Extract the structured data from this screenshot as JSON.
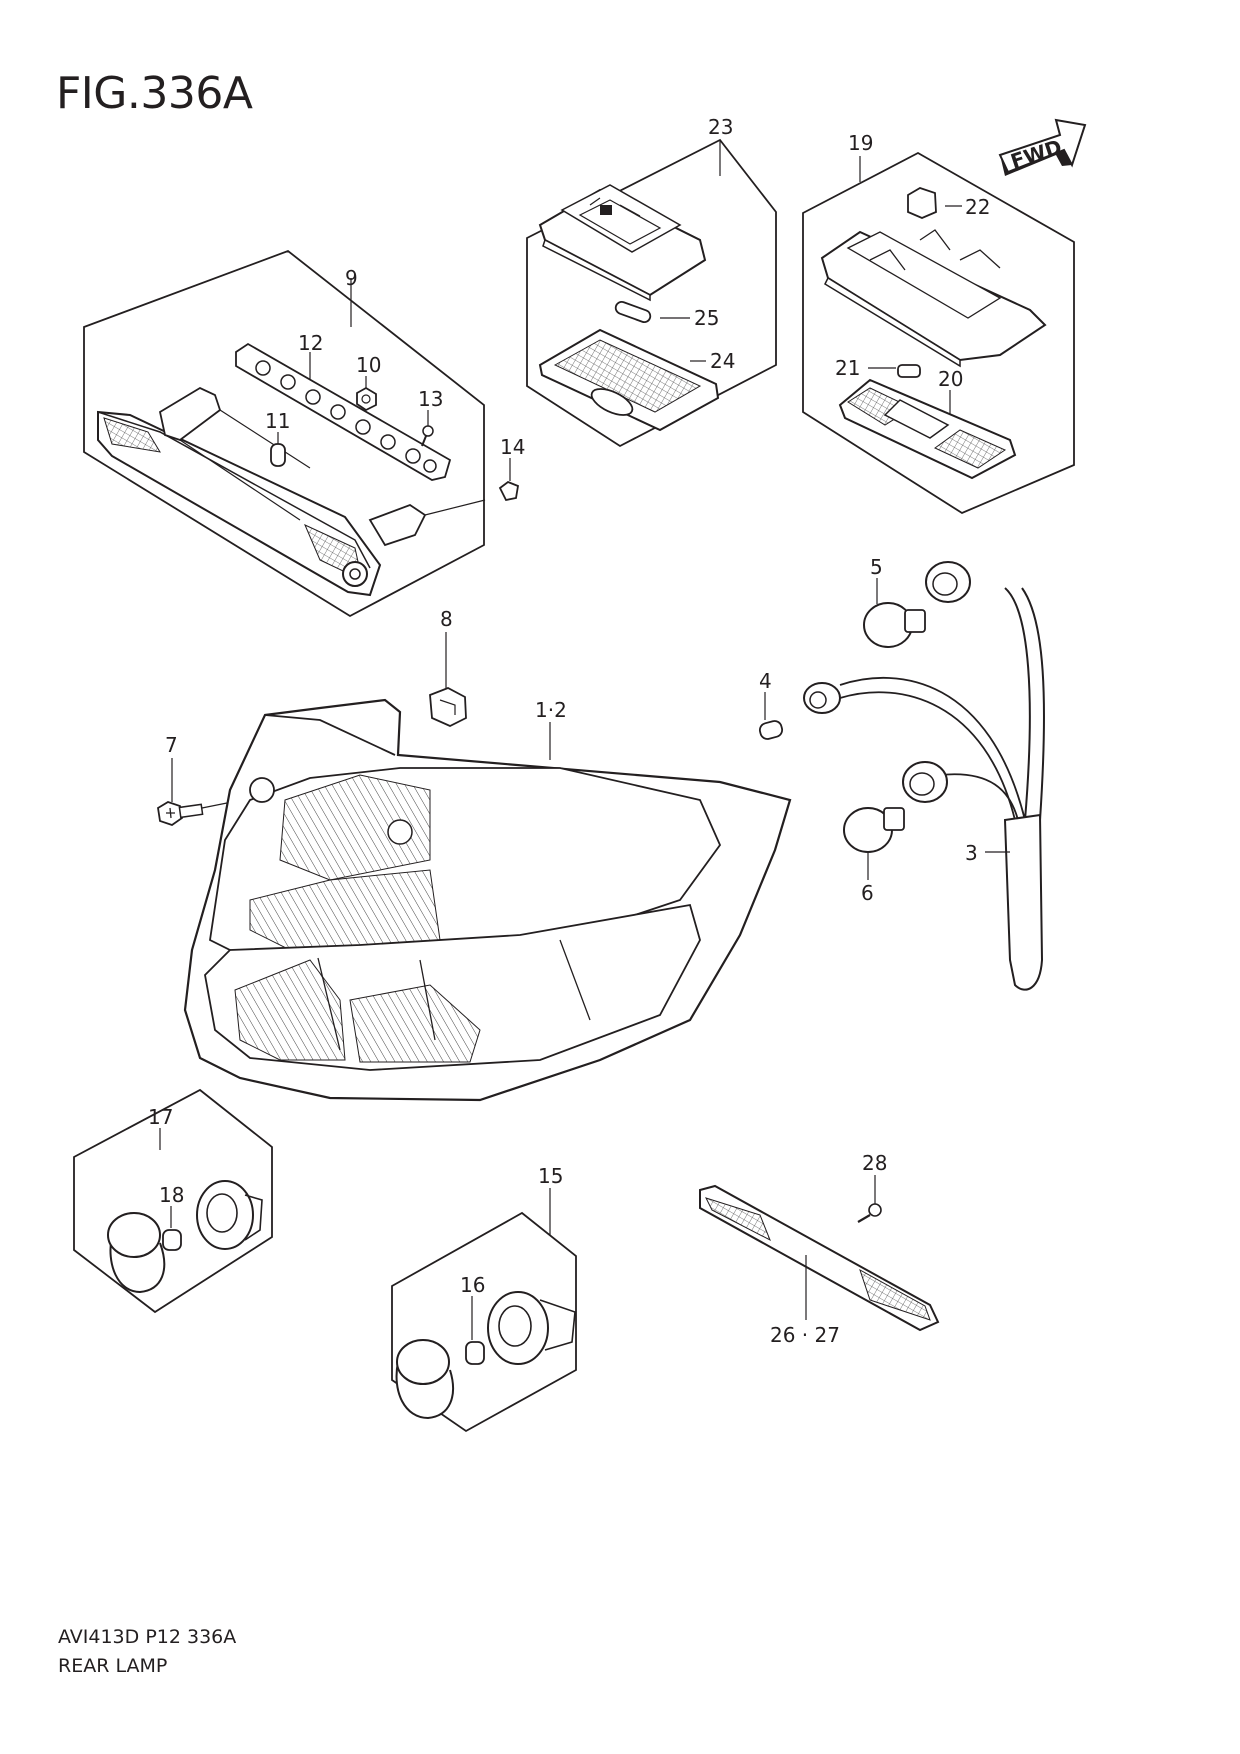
{
  "figure": {
    "title": "FIG.336A"
  },
  "footer": {
    "code": "AVI413D P12 336A",
    "name": "REAR LAMP"
  },
  "fwd_badge": {
    "label": "FWD"
  },
  "callouts": {
    "c1_2": "1·2",
    "c3": "3",
    "c4": "4",
    "c5": "5",
    "c6": "6",
    "c7": "7",
    "c8": "8",
    "c9": "9",
    "c10": "10",
    "c11": "11",
    "c12": "12",
    "c13": "13",
    "c14": "14",
    "c15": "15",
    "c16": "16",
    "c17": "17",
    "c18": "18",
    "c19": "19",
    "c20": "20",
    "c21": "21",
    "c22": "22",
    "c23": "23",
    "c24": "24",
    "c25": "25",
    "c26_27": "26 · 27",
    "c28": "28"
  }
}
